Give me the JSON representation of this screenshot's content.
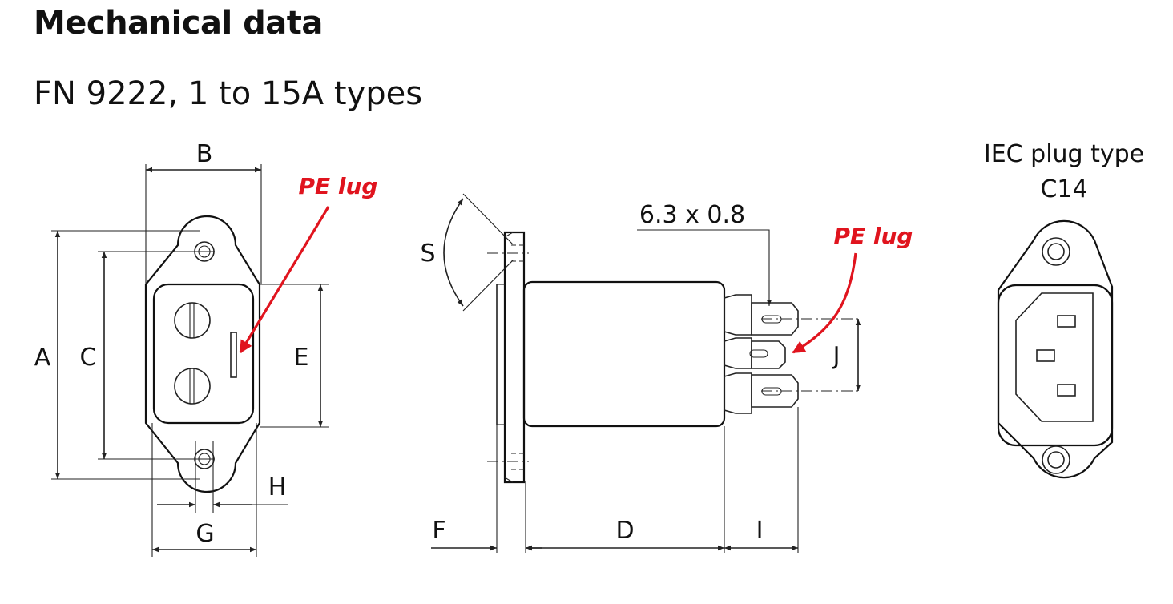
{
  "heading": "Mechanical data",
  "subheading": "FN 9222, 1 to 15A types",
  "front_view": {
    "labels": {
      "A": "A",
      "B": "B",
      "C": "C",
      "E": "E",
      "G": "G",
      "H": "H"
    },
    "callout": "PE lug"
  },
  "side_view": {
    "labels": {
      "S": "S",
      "D": "D",
      "F": "F",
      "I": "I",
      "J": "J"
    },
    "tab_size": "6.3 x 0.8",
    "callout": "PE lug"
  },
  "plug_view": {
    "line1": "IEC plug type",
    "line2": "C14"
  },
  "colors": {
    "callout": "#e0141e",
    "line": "#222222"
  }
}
